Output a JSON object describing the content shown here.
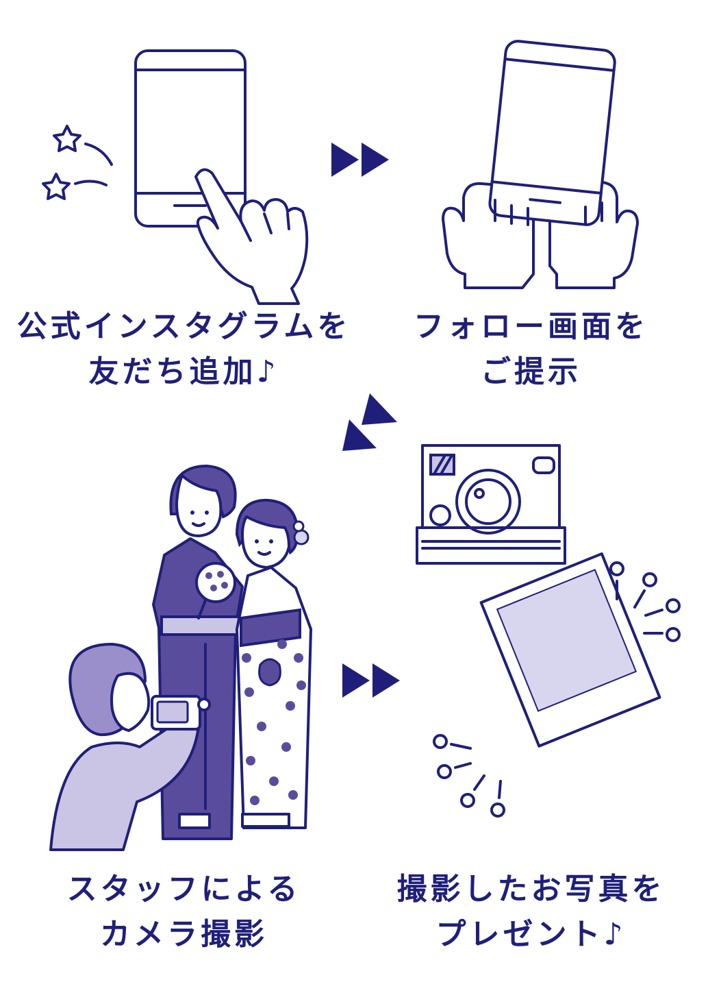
{
  "steps": [
    {
      "line1": "公式インスタグラムを",
      "line2": "友だち追加♪",
      "icon": "phone-tap-icon"
    },
    {
      "line1": "フォロー画面を",
      "line2": "ご提示",
      "icon": "phone-hands-icon"
    },
    {
      "line1": "スタッフによる",
      "line2": "カメラ撮影",
      "icon": "staff-photographing-icon"
    },
    {
      "line1": "撮影したお写真を",
      "line2": "プレゼント♪",
      "icon": "instant-camera-icon"
    }
  ],
  "colors": {
    "navy": "#1f1f7a",
    "purple": "#5a4c9c",
    "lavender": "#cac5e4",
    "light_lavender": "#d8d5ee"
  }
}
